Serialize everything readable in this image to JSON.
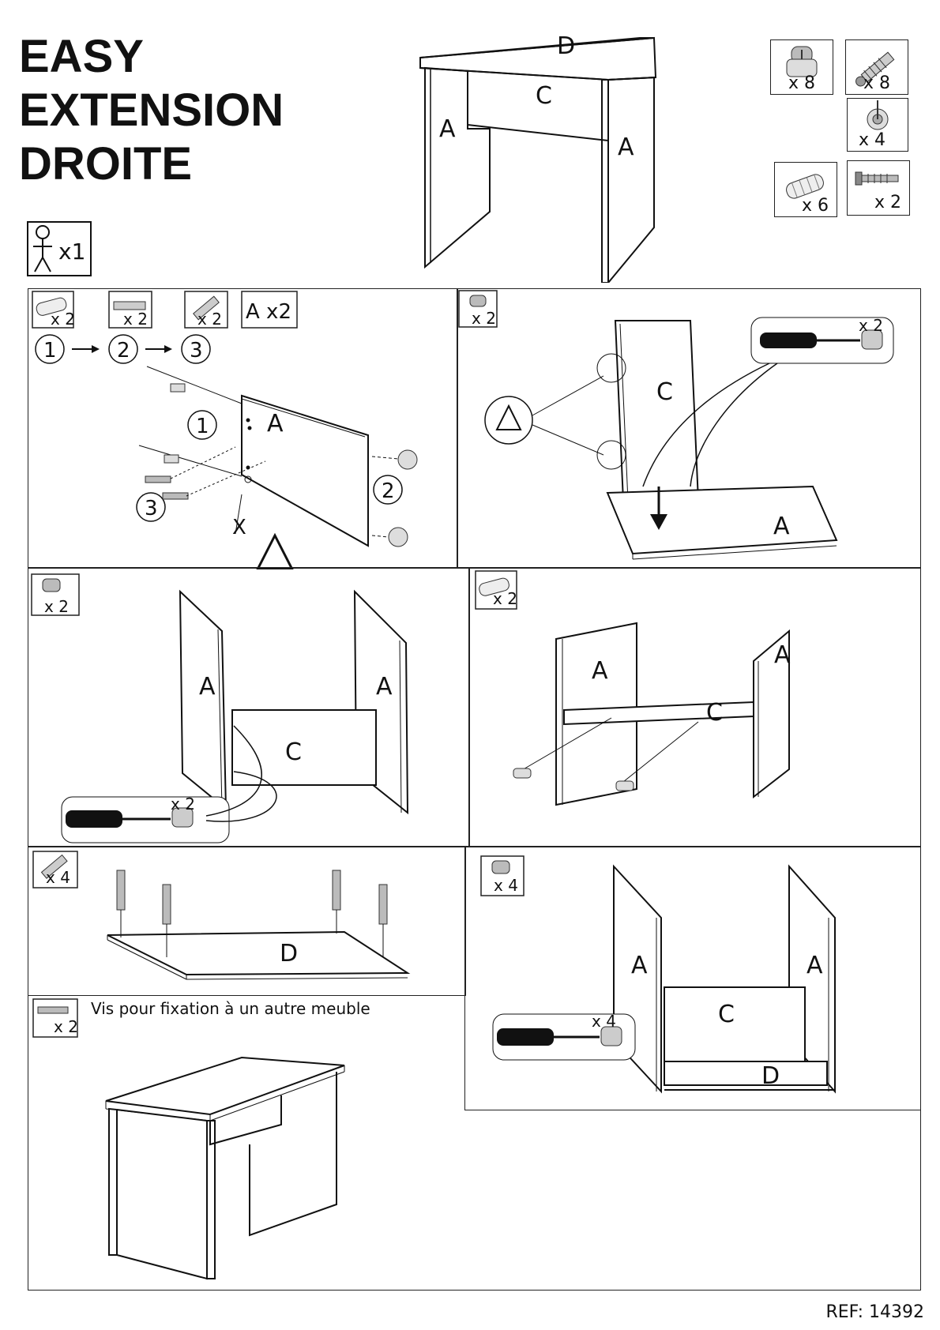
{
  "title_lines": [
    "EASY",
    "EXTENSION",
    "DROITE"
  ],
  "person": {
    "count": "x1"
  },
  "hero": {
    "label_top": "D",
    "label_center": "C",
    "label_left": "A",
    "label_right": "A"
  },
  "parts": [
    {
      "icon": "cam-lock-icon",
      "qty": "x 8"
    },
    {
      "icon": "cam-bolt-icon",
      "qty": "x 8"
    },
    {
      "icon": "glide-foot-icon",
      "qty": "x 4"
    },
    {
      "icon": "wood-dowel-icon",
      "qty": "x 6"
    },
    {
      "icon": "screw-icon",
      "qty": "x 2"
    }
  ],
  "step1": {
    "qty_dowel": "x 2",
    "qty_foot": "x 2",
    "qty_bolt": "x 2",
    "panel_count": "A x2",
    "sequence": [
      "1",
      "2",
      "3"
    ],
    "panel_label": "A",
    "callouts": [
      "1",
      "2",
      "3"
    ]
  },
  "step2": {
    "qty_cam": "x 2",
    "qty_driver": "x 2",
    "label_c": "C",
    "label_a": "A"
  },
  "step3": {
    "qty_cam": "x 2",
    "qty_driver": "x 2",
    "label_a1": "A",
    "label_a2": "A",
    "label_c": "C"
  },
  "step4": {
    "qty_dowel": "x 2",
    "label_a1": "A",
    "label_a2": "A",
    "label_c": "C"
  },
  "step5": {
    "qty_bolt": "x 4",
    "label_d": "D"
  },
  "step6": {
    "qty_cam": "x 4",
    "qty_driver": "x 4",
    "label_a1": "A",
    "label_a2": "A",
    "label_c": "C",
    "label_d": "D"
  },
  "step7": {
    "qty_screw": "x 2",
    "note": "Vis pour fixation à un autre meuble"
  },
  "ref": "REF: 14392"
}
